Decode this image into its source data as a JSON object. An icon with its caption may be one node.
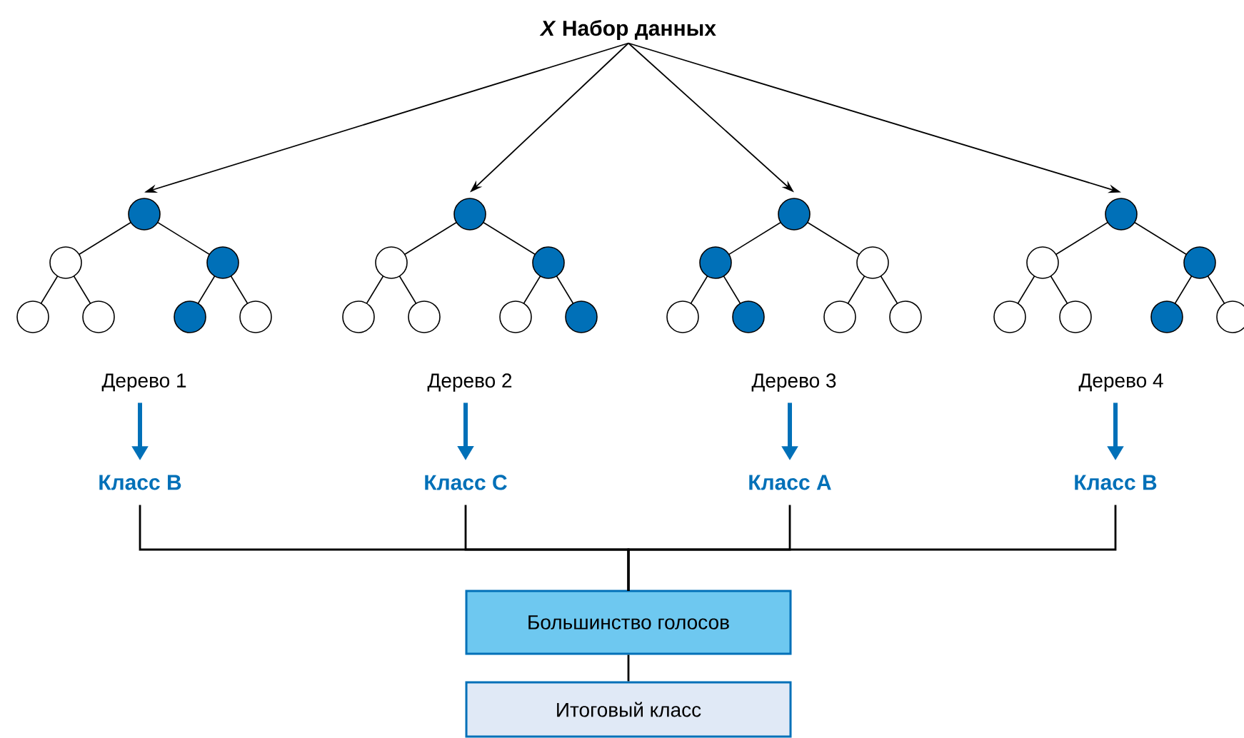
{
  "diagram": {
    "nodes": [
      {
        "text": [
          "*X* Набор данных"
        ]
      },
      {
        "text": [
          "Дерево 1"
        ]
      },
      {
        "text": [
          "Дерево 2"
        ]
      },
      {
        "text": [
          "Дерево 3"
        ]
      },
      {
        "text": [
          "Дерево 4"
        ]
      },
      {
        "text": [
          "Класс B"
        ]
      },
      {
        "text": [
          "Класс C"
        ]
      },
      {
        "text": [
          "Класс A"
        ]
      },
      {
        "text": [
          "Класс B"
        ]
      },
      {
        "text": [
          "Большинство голосов"
        ]
      },
      {
        "text": [
          "Итоговый класс"
        ]
      }
    ],
    "edges": [
      {
        "from": 0,
        "to": 1,
        "arrow": "to"
      },
      {
        "from": 0,
        "to": 2,
        "arrow": "to"
      },
      {
        "from": 0,
        "to": 3,
        "arrow": "to"
      },
      {
        "from": 0,
        "to": 4,
        "arrow": "to"
      },
      {
        "from": 1,
        "to": 5,
        "arrow": "to",
        "style": "thick",
        "color": "#0070b8"
      },
      {
        "from": 2,
        "to": 6,
        "arrow": "to",
        "style": "thick",
        "color": "#0070b8"
      },
      {
        "from": 3,
        "to": 7,
        "arrow": "to",
        "style": "thick",
        "color": "#0070b8"
      },
      {
        "from": 4,
        "to": 8,
        "arrow": "to",
        "style": "thick",
        "color": "#0070b8"
      },
      {
        "from": 5,
        "to": 9,
        "arrow": "none"
      },
      {
        "from": 6,
        "to": 9,
        "arrow": "none"
      },
      {
        "from": 7,
        "to": 9,
        "arrow": "none"
      },
      {
        "from": 8,
        "to": 9,
        "arrow": "none"
      },
      {
        "from": 9,
        "to": 10,
        "arrow": "none"
      }
    ]
  }
}
